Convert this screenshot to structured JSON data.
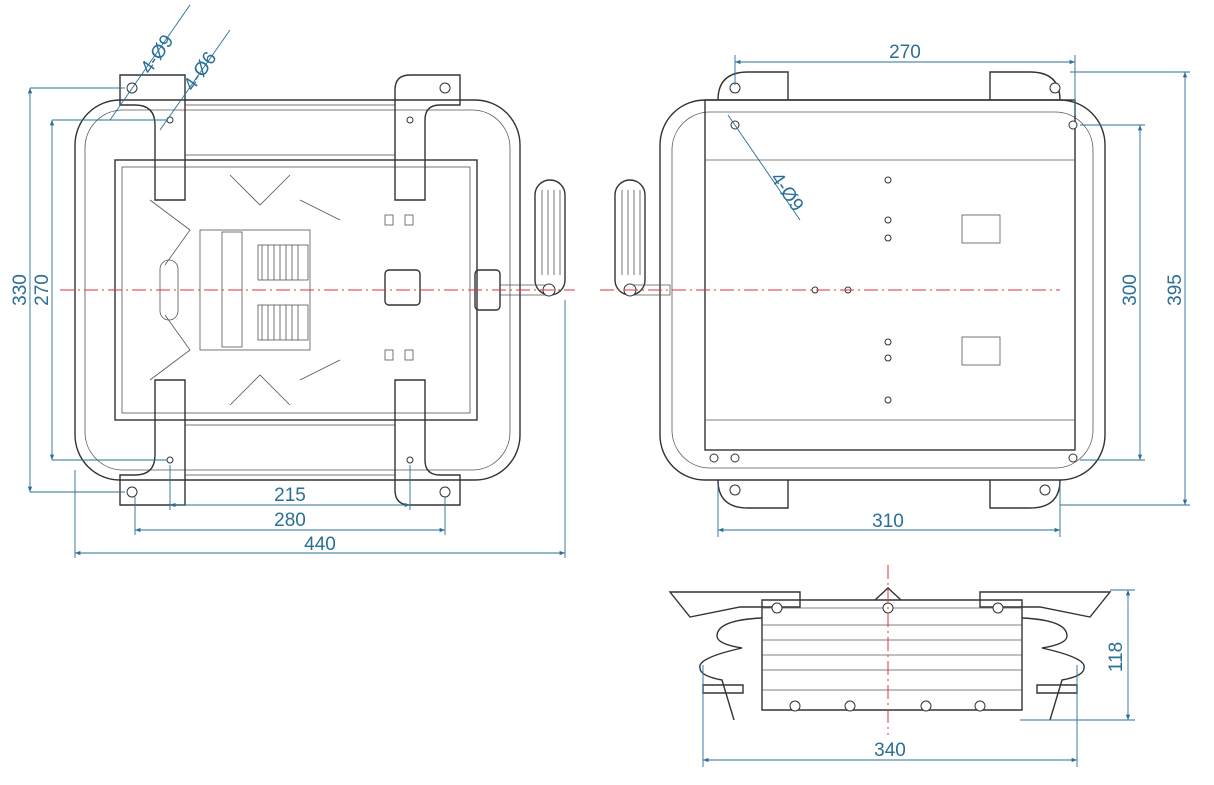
{
  "top_view_left": {
    "labels": {
      "holes_9": "4-Ø9",
      "holes_6": "4-Ø6",
      "height_outer": "330",
      "height_inner": "270",
      "width_215": "215",
      "width_280": "280",
      "width_440": "440"
    }
  },
  "top_view_right": {
    "labels": {
      "width_top": "270",
      "holes_9": "4-Ø9",
      "height_300": "300",
      "height_395": "395",
      "width_310": "310"
    }
  },
  "side_view": {
    "labels": {
      "height_118": "118",
      "width_340": "340"
    }
  },
  "colors": {
    "dimension": "#2a6f97",
    "centerline": "#d9363e",
    "outline": "#333333"
  }
}
